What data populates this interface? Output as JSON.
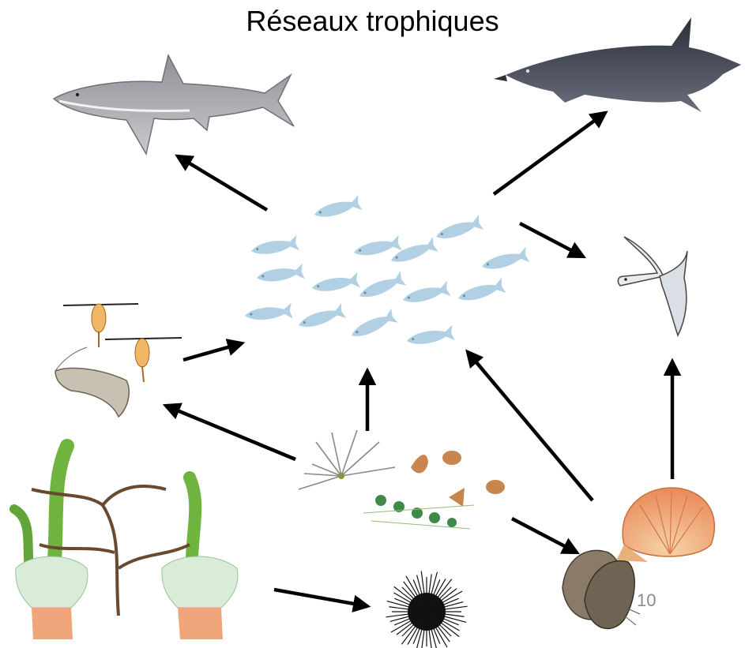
{
  "title": "Réseaux trophiques",
  "page_number": "10",
  "nodes": [
    {
      "id": "shark",
      "icon": "shark-icon"
    },
    {
      "id": "dolphin",
      "icon": "dolphin-icon"
    },
    {
      "id": "fish-school",
      "icon": "fish-school-icon"
    },
    {
      "id": "seabird",
      "icon": "seabird-icon"
    },
    {
      "id": "zooplankton",
      "icon": "copepod-shrimp-icon"
    },
    {
      "id": "plankton",
      "icon": "plankton-icon"
    },
    {
      "id": "scallop",
      "icon": "scallop-icon"
    },
    {
      "id": "mussels",
      "icon": "mussel-icon"
    },
    {
      "id": "seaweed-anemones",
      "icon": "seaweed-anemone-icon"
    },
    {
      "id": "sea-urchin",
      "icon": "sea-urchin-icon"
    }
  ],
  "edges": [
    {
      "from": "fish-school",
      "to": "shark"
    },
    {
      "from": "fish-school",
      "to": "dolphin"
    },
    {
      "from": "fish-school",
      "to": "seabird"
    },
    {
      "from": "zooplankton",
      "to": "fish-school"
    },
    {
      "from": "plankton",
      "to": "zooplankton"
    },
    {
      "from": "plankton",
      "to": "fish-school"
    },
    {
      "from": "plankton",
      "to": "mussels"
    },
    {
      "from": "mussels",
      "to": "fish-school"
    },
    {
      "from": "scallop",
      "to": "seabird"
    },
    {
      "from": "seaweed-anemones",
      "to": "sea-urchin"
    }
  ]
}
